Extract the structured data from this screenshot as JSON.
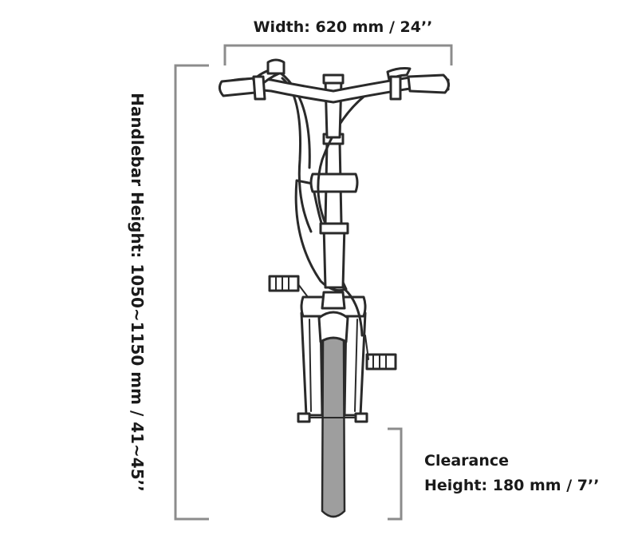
{
  "dimensions": {
    "width_label": "Width: 620 mm / 24’’",
    "handlebar_height_label": "Handlebar Height: 1050~1150 mm / 41~45’’",
    "clearance_line1": "Clearance",
    "clearance_line2": "Height: 180 mm / 7’’"
  },
  "colors": {
    "line": "#2a2a2a",
    "bracket": "#8c8c8c",
    "tire": "#9e9e9e",
    "text": "#1a1a1a"
  }
}
